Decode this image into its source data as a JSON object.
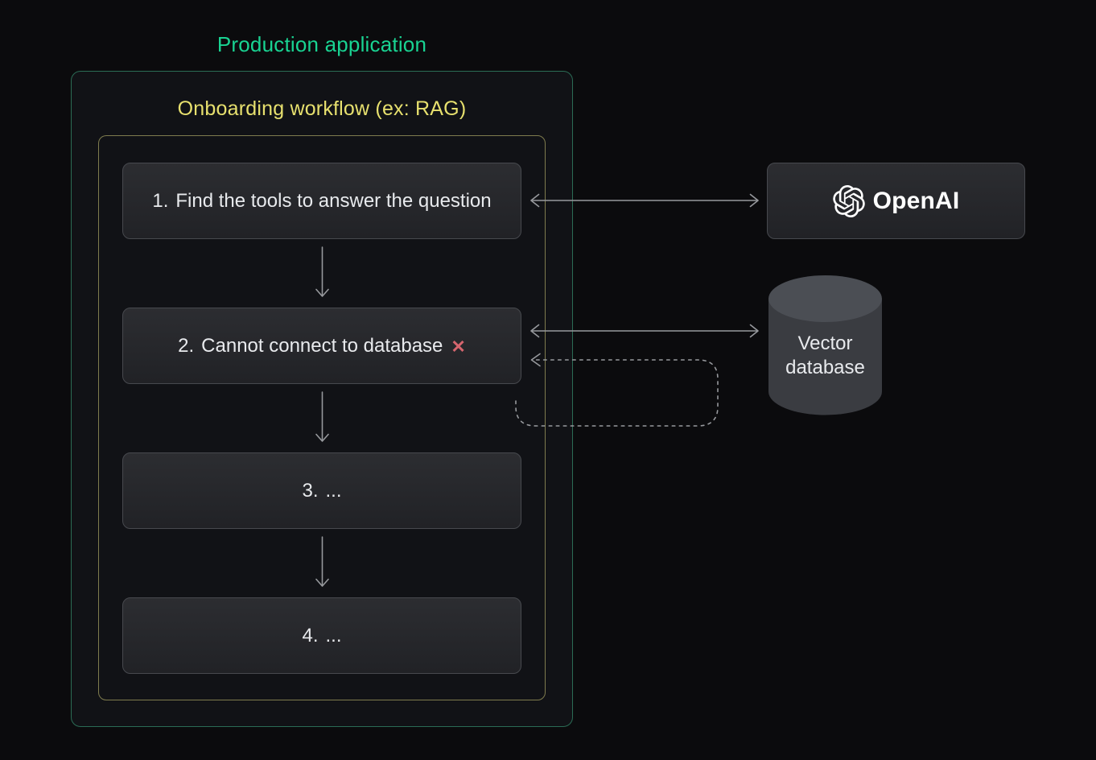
{
  "diagram": {
    "production_label": "Production application",
    "workflow_label": "Onboarding workflow (ex: RAG)",
    "steps": [
      {
        "number": "1.",
        "text": "Find the tools to answer the question",
        "error": false
      },
      {
        "number": "2.",
        "text": "Cannot connect to database",
        "error": true,
        "error_icon": "✕"
      },
      {
        "number": "3.",
        "text": "...",
        "error": false
      },
      {
        "number": "4.",
        "text": "...",
        "error": false
      }
    ],
    "services": {
      "openai": {
        "label": "OpenAI",
        "icon": "openai-logo-icon"
      },
      "vector_database": {
        "label_lines": [
          "Vector",
          "database"
        ],
        "shape": "database-cylinder"
      }
    },
    "connections": [
      {
        "from": "step-1",
        "to": "openai",
        "style": "solid-double-arrow"
      },
      {
        "from": "step-2",
        "to": "vector-database",
        "style": "solid-double-arrow"
      },
      {
        "from": "step-2-bottom",
        "to": "step-2-right",
        "style": "dashed-retry-loop-arrow"
      }
    ],
    "colors": {
      "accent_green": "#19d392",
      "border_green": "#2b6c55",
      "accent_yellow": "#e7e06e",
      "border_yellow": "#7f7c4e",
      "text_light": "#e8eaed",
      "arrow_gray": "#97999d",
      "error_red": "#d5656e",
      "background": "#0b0b0d"
    }
  }
}
